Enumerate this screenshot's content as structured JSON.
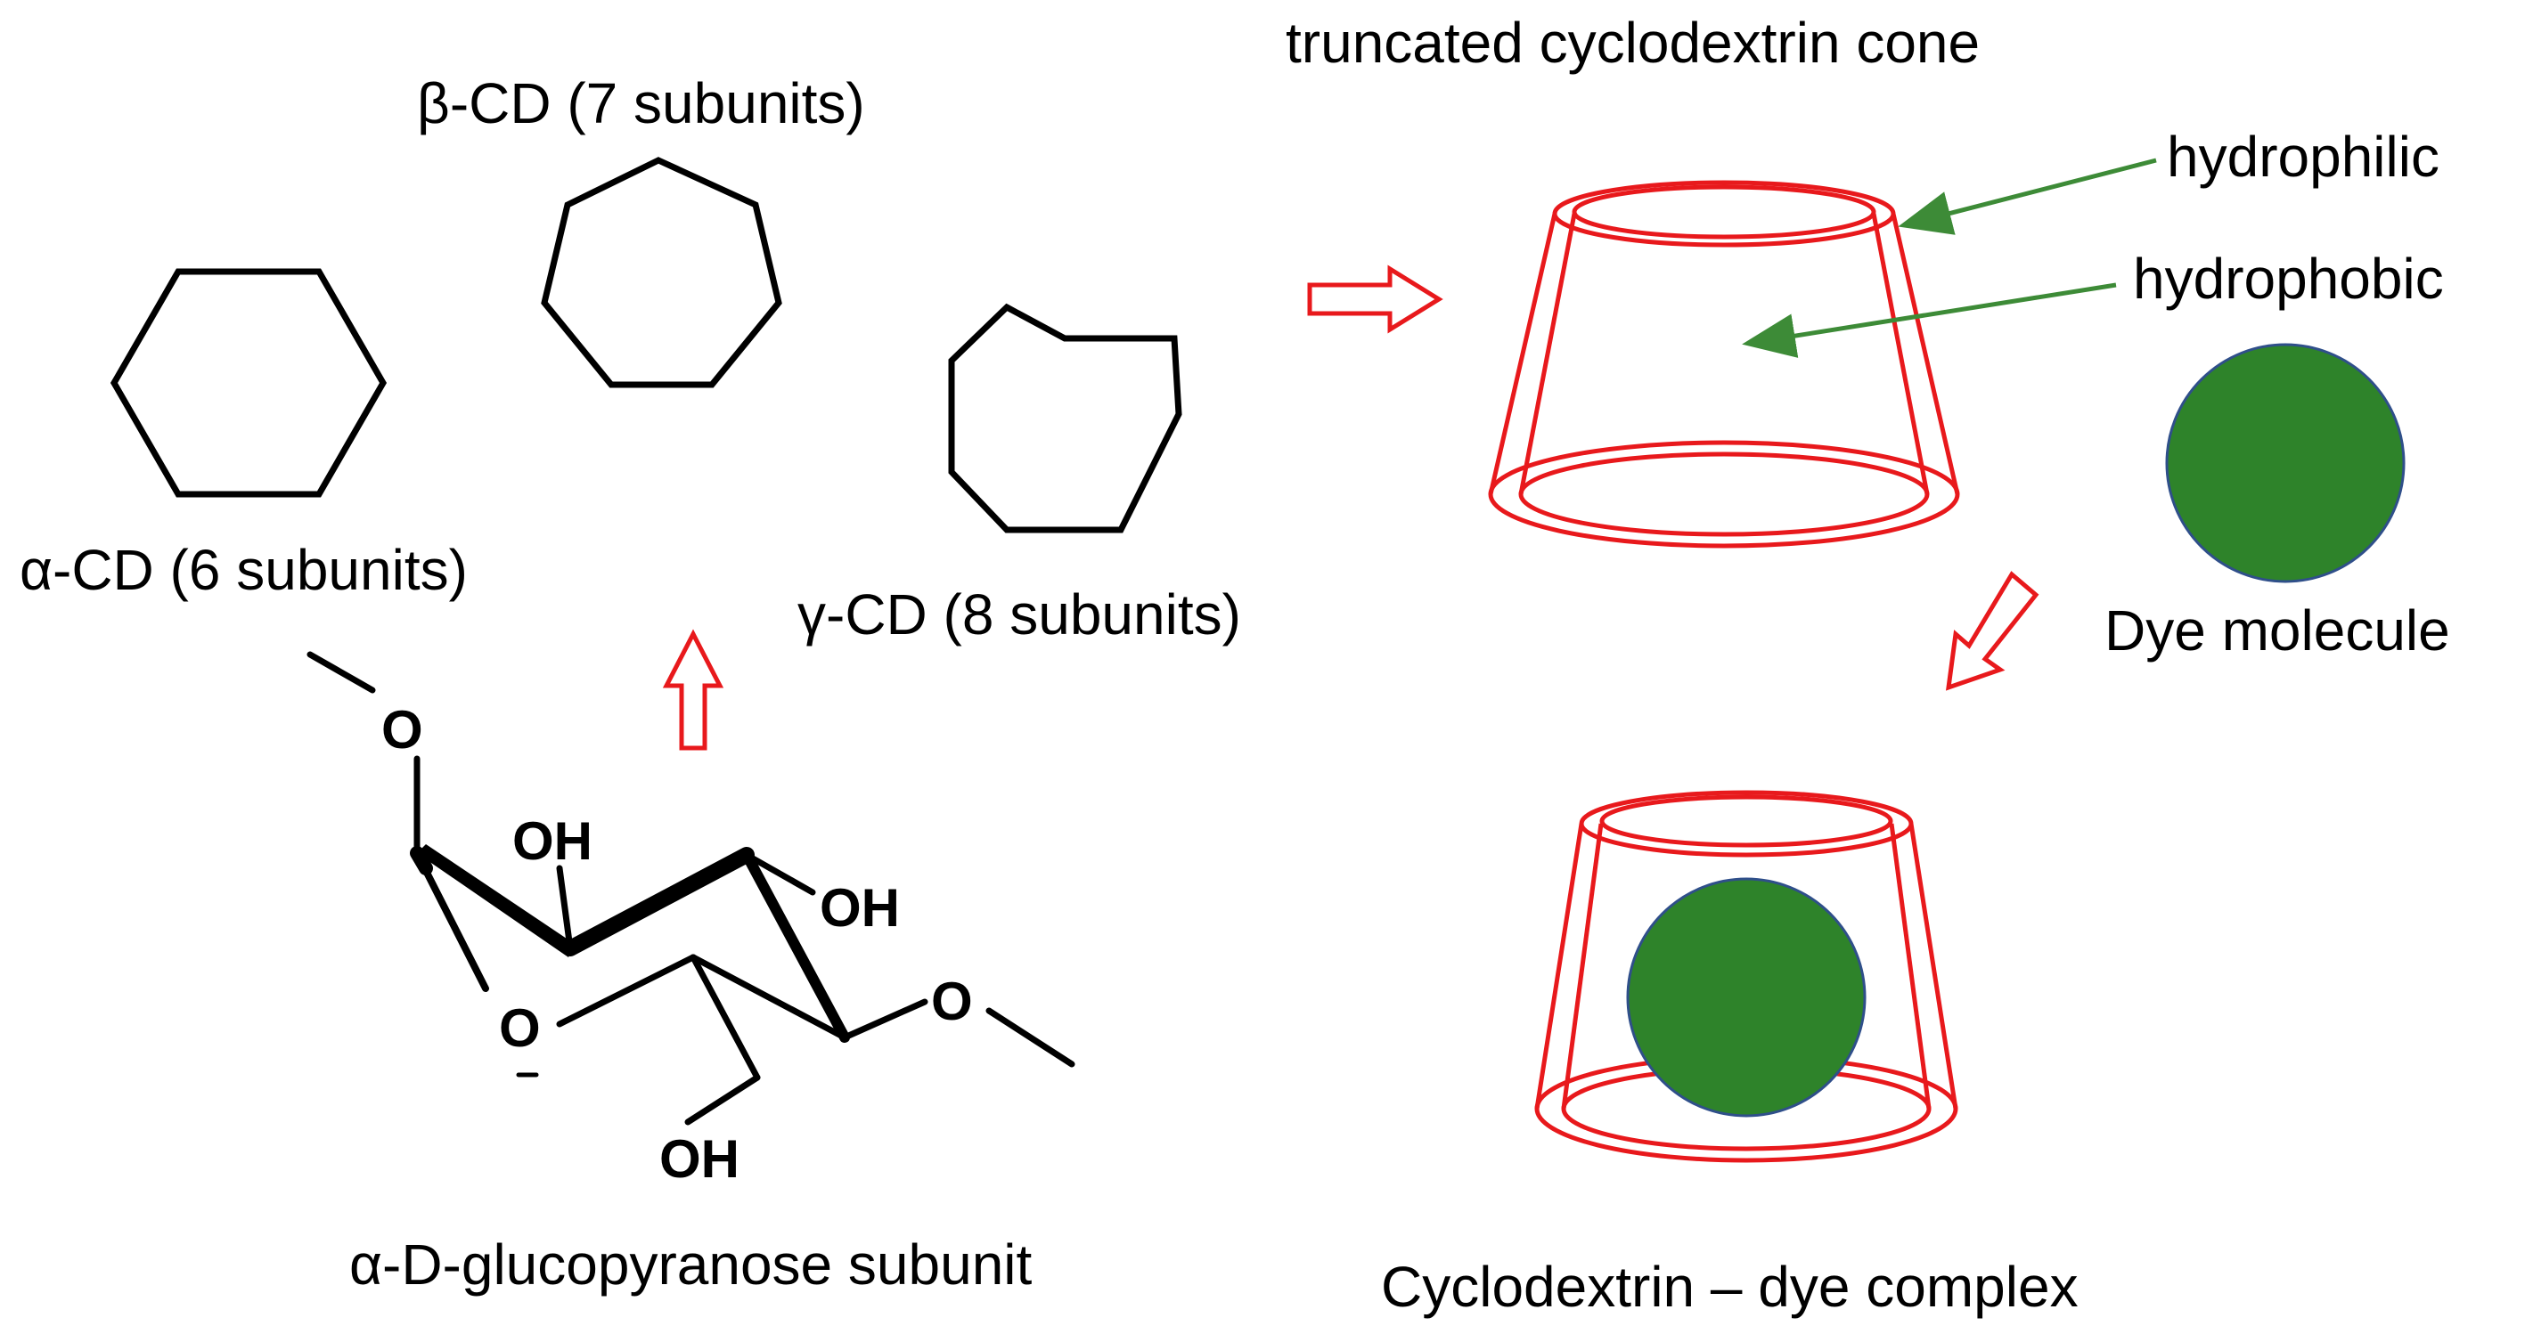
{
  "labels": {
    "beta_cd": "β-CD (7 subunits)",
    "alpha_cd": "α-CD (6 subunits)",
    "gamma_cd": "γ-CD (8 subunits)",
    "glucopyranose": "α-D-glucopyranose subunit",
    "cone_title": "truncated cyclodextrin cone",
    "hydrophilic": "hydrophilic",
    "hydrophobic": "hydrophobic",
    "dye": "Dye molecule",
    "complex": "Cyclodextrin – dye complex"
  },
  "molecule": {
    "o_ring": "O",
    "o_top": "O",
    "o_right": "O",
    "oh_top": "OH",
    "oh_right": "OH",
    "oh_bottom": "OH"
  },
  "colors": {
    "line": "#000000",
    "cone": "#e8191c",
    "arrow": "#e8191c",
    "pointer": "#3d8b37",
    "dye_fill": "#2e832a",
    "dye_edge": "#2f4f8a"
  }
}
